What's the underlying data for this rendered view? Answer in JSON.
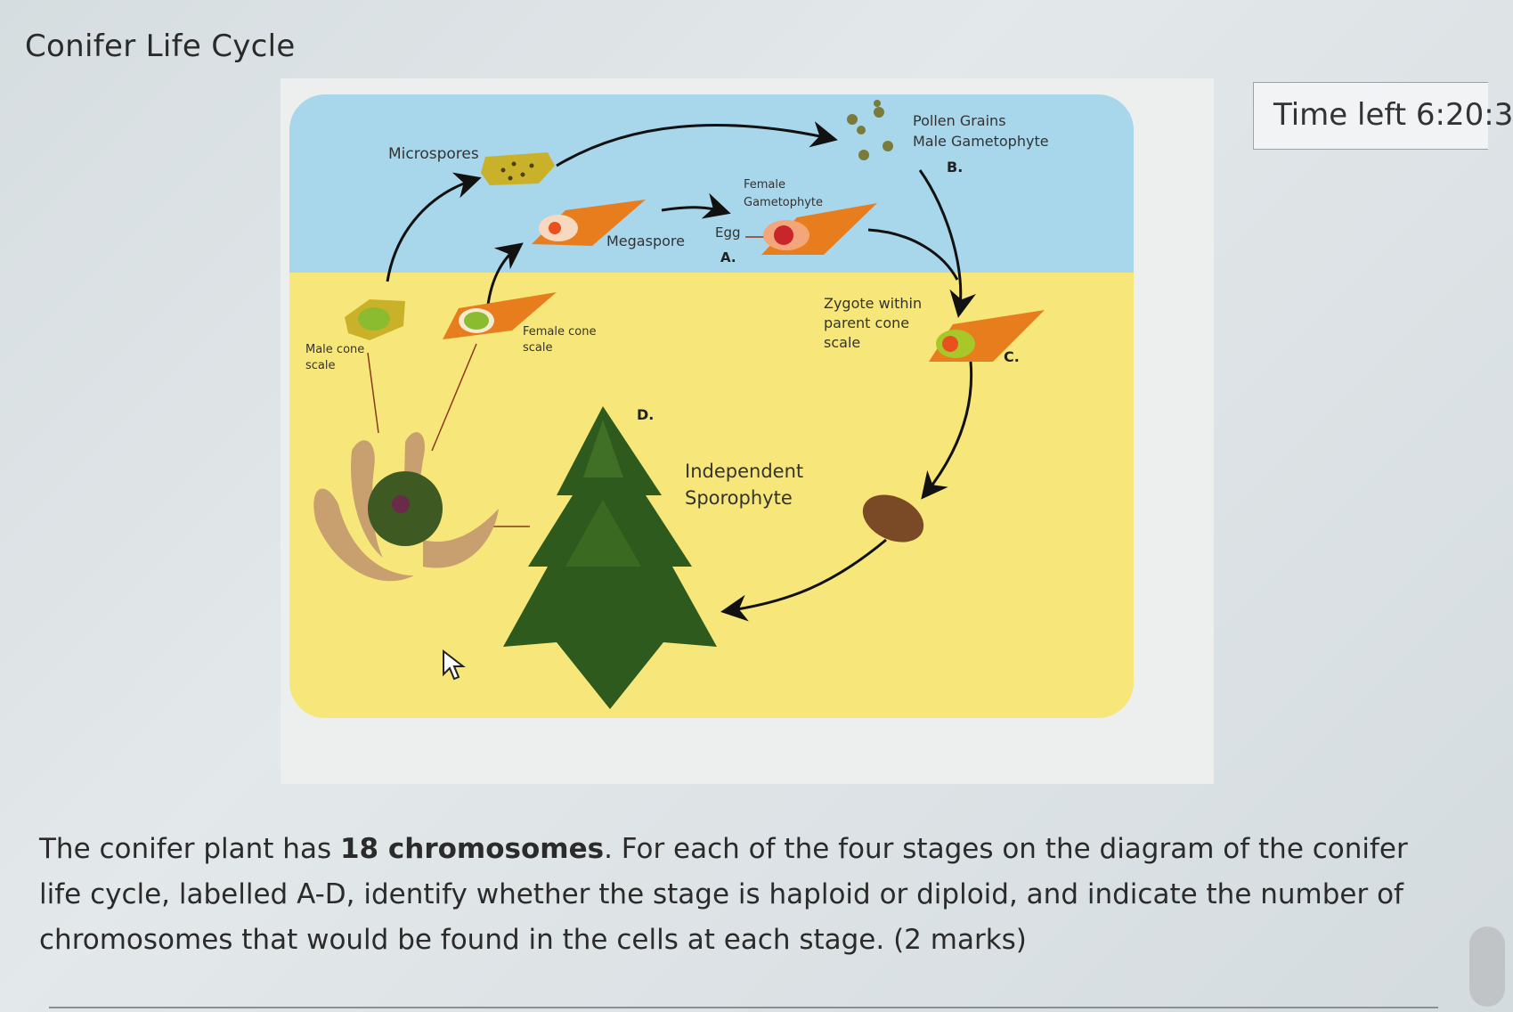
{
  "page": {
    "title": "Conifer Life Cycle",
    "timer_label": "Time left 6:20:3"
  },
  "diagram": {
    "labels": {
      "microspores": "Microspores",
      "pollen_grains": "Pollen Grains",
      "male_gametophyte": "Male Gametophyte",
      "b": "B.",
      "female": "Female",
      "gametophyte": "Gametophyte",
      "megaspore": "Megaspore",
      "egg": "Egg",
      "a": "A.",
      "male_cone": "Male cone",
      "male_scale": "scale",
      "female_cone": "Female cone",
      "female_scale": "scale",
      "zygote_1": "Zygote within",
      "zygote_2": "parent cone",
      "zygote_3": "scale",
      "c": "C.",
      "d": "D.",
      "independent": "Independent",
      "sporophyte": "Sporophyte"
    },
    "colors": {
      "sky": "#a8d6ea",
      "ground": "#f7e77a",
      "cone_scale": "#e87d1e",
      "microspore": "#c9b22a",
      "tree": "#2f5a1d",
      "seed": "#7a4a26"
    }
  },
  "question": {
    "part1": "The conifer plant has ",
    "bold": "18 chromosomes",
    "part2": ". For each of the four stages on the diagram of the conifer life cycle, labelled A-D, identify whether the stage is haploid or diploid, and indicate the number of chromosomes that would be found in the cells at each stage. (2 marks)"
  }
}
